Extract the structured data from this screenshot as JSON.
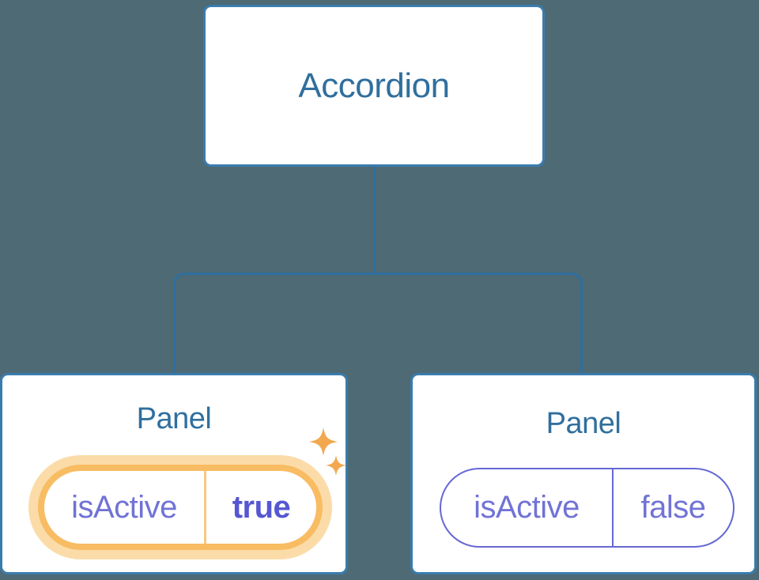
{
  "colors": {
    "background": "#4d6a75",
    "line": "#2f6f9f",
    "node-border": "#3a7cae",
    "node-bg": "#ffffff",
    "title": "#306f9e",
    "state-text": "#7173d6",
    "state-value-active": "#5557d2",
    "state-border": "#6568d4",
    "active-border": "#f8bc63",
    "active-glow": "#fbdca9",
    "active-divider": "#f9c87e",
    "sparkle": "#f2a84e"
  },
  "tree": {
    "root": {
      "label": "Accordion"
    },
    "panels": [
      {
        "label": "Panel",
        "state_key": "isActive",
        "state_value": "true",
        "highlighted": true
      },
      {
        "label": "Panel",
        "state_key": "isActive",
        "state_value": "false",
        "highlighted": false
      }
    ]
  }
}
